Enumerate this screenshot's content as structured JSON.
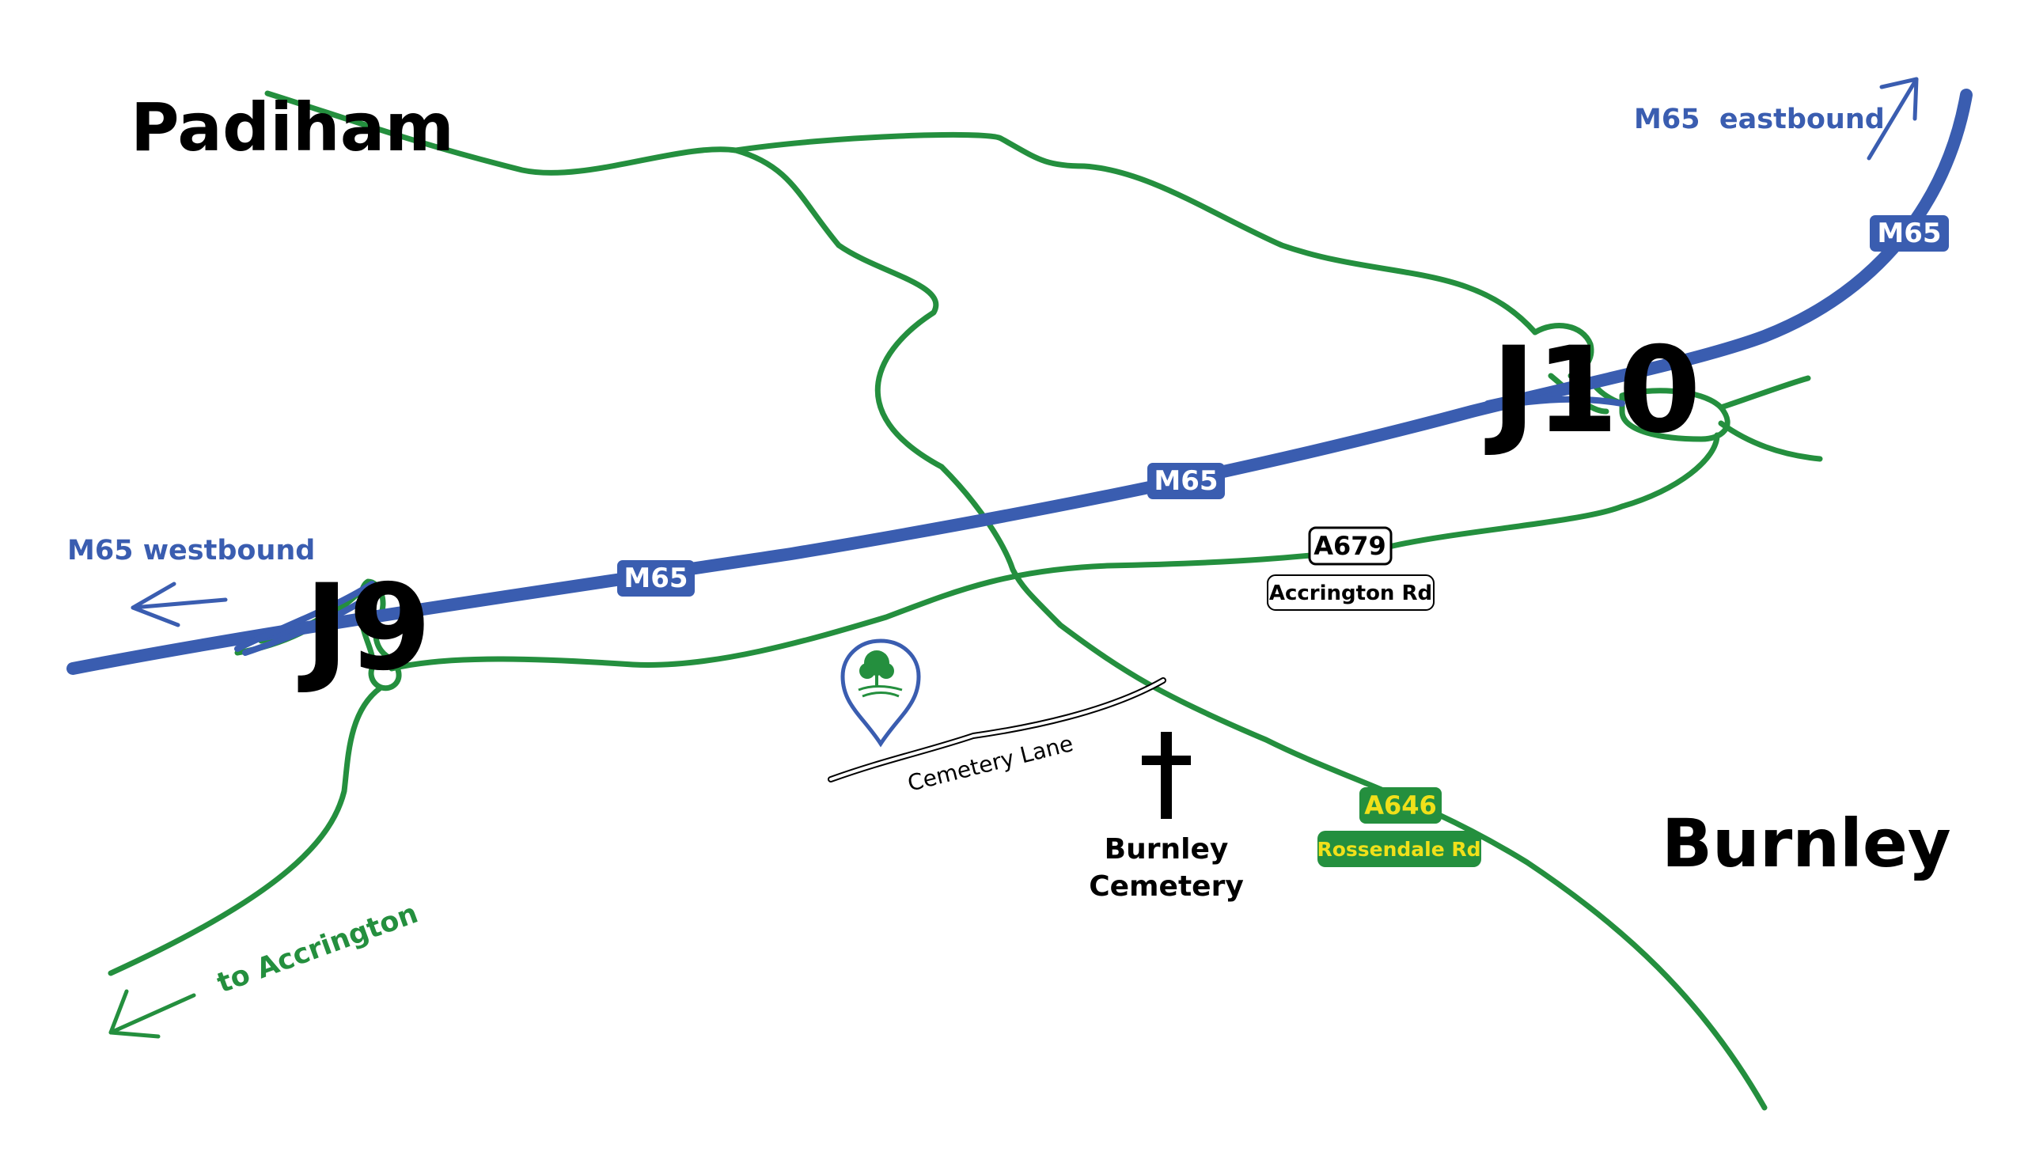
{
  "places": {
    "padiham": "Padiham",
    "burnley": "Burnley"
  },
  "junctions": {
    "j9": "J9",
    "j10": "J10"
  },
  "directions": {
    "m65_westbound": "M65 westbound",
    "m65_eastbound": "M65  eastbound",
    "to_accrington": "to Accrington"
  },
  "road_shields": {
    "m65": "M65",
    "a679": "A679",
    "a679_name": "Accrington Rd",
    "a646": "A646",
    "a646_name": "Rossendale Rd"
  },
  "streets": {
    "cemetery_lane": "Cemetery Lane"
  },
  "landmarks": {
    "cemetery_line1": "Burnley",
    "cemetery_line2": "Cemetery"
  },
  "colors": {
    "motorway": "#3a5db0",
    "a_road": "#248f3e",
    "a646_label": "#f0e01a"
  },
  "icons": {
    "destination_pin": "location-pin-tree-icon",
    "cemetery": "cross-icon"
  }
}
